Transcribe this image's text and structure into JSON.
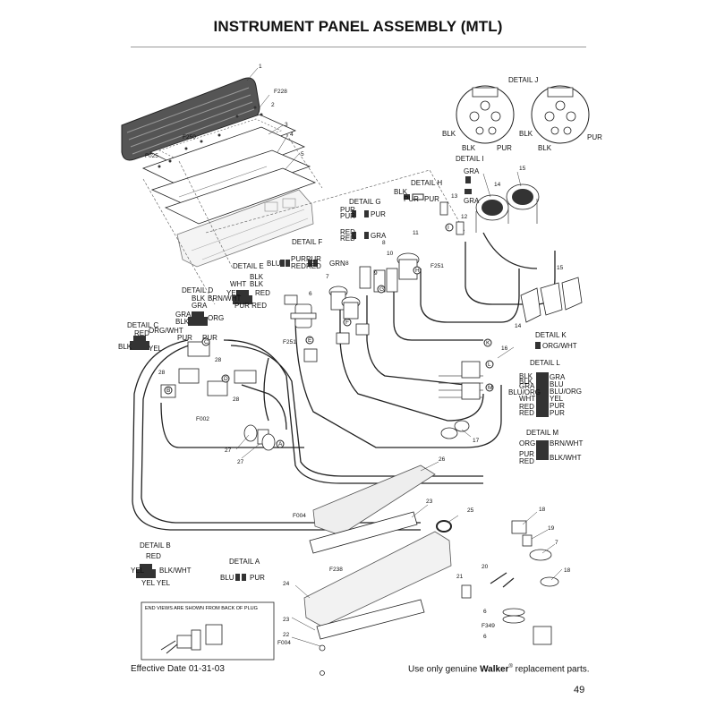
{
  "title": "INSTRUMENT PANEL ASSEMBLY (MTL)",
  "footer": {
    "effective_date": "Effective Date 01-31-03",
    "replacement_prefix": "Use only genuine ",
    "brand": "Walker",
    "brand_mark": "®",
    "replacement_suffix": " replacement parts.",
    "page_number": "49"
  },
  "end_views_note": "END VIEWS ARE SHOWN FROM BACK OF PLUG",
  "details": {
    "a": {
      "title": "DETAIL A",
      "left": "BLU",
      "right": "PUR"
    },
    "b": {
      "title": "DETAIL B",
      "top": "RED",
      "left": "YEL",
      "right": "BLK/WHT",
      "bottom": "YEL YEL"
    },
    "c": {
      "title": "DETAIL C",
      "top_left": "RED",
      "top_right": "ORG/WHT",
      "left": "BLK",
      "right": "YEL"
    },
    "d": {
      "title": "DETAIL D",
      "top_a": "BLK",
      "top_b": "GRA",
      "top_right": "BRN/WHT",
      "left_a": "GRA",
      "left_b": "BLK",
      "right": "ORG",
      "bottom_left": "PUR",
      "bottom_right": "PUR"
    },
    "e": {
      "title": "DETAIL E",
      "top_left": "WHT",
      "top_a": "BLK",
      "top_b": "BLK",
      "left": "YEL",
      "right": "RED",
      "bottom": "PUR RED"
    },
    "f": {
      "title": "DETAIL F",
      "left": "BLU",
      "mid_top": "PUR",
      "mid_bottom": "RED",
      "right_top": "PUR",
      "right_bottom": "RED",
      "far_right": "GRN"
    },
    "g": {
      "title": "DETAIL G",
      "row1_a": "PUR",
      "row1_b": "PUR",
      "row1_right": "PUR",
      "row2_left": "RED",
      "row2_b": "RED",
      "row2_right": "GRA"
    },
    "h": {
      "title": "DETAIL H",
      "top": "BLK",
      "left": "PUR",
      "right": "PUR"
    },
    "i": {
      "title": "DETAIL I",
      "top": "GRA",
      "bottom": "GRA"
    },
    "j": {
      "title": "DETAIL J",
      "g1_left": "BLK",
      "g1_bottom": "BLK",
      "g1_right": "PUR",
      "g2_left": "BLK",
      "g2_bottom": "BLK",
      "g2_right": "PUR"
    },
    "k": {
      "title": "DETAIL K",
      "right": "ORG/WHT"
    },
    "l": {
      "title": "DETAIL L",
      "left": [
        "BLK",
        "BLK",
        "GRA",
        "BLU/ORG",
        "WHT",
        "RED",
        "RED"
      ],
      "right": [
        "GRA",
        "BLU",
        "BLU/ORG",
        "YEL",
        "",
        "PUR",
        "PUR"
      ]
    },
    "m": {
      "title": "DETAIL M",
      "left_top": "ORG",
      "right_top": "BRN/WHT",
      "left_a": "PUR",
      "left_b": "RED",
      "right_bottom": "BLK/WHT"
    }
  },
  "part_numbers": [
    "1",
    "2",
    "3",
    "4",
    "5",
    "6",
    "7",
    "8",
    "9",
    "10",
    "11",
    "12",
    "13",
    "14",
    "15",
    "16",
    "17",
    "18",
    "19",
    "20",
    "21",
    "22",
    "23",
    "24",
    "25",
    "26",
    "27",
    "28"
  ],
  "part_labels": {
    "n1": "1",
    "n2": "2",
    "n3": "3",
    "n4": "4",
    "n5": "5",
    "f228": "F228",
    "f250": "F250",
    "f025": "F025",
    "n6": "6",
    "n7": "7",
    "n8": "8",
    "n9": "9",
    "n10": "10",
    "n11": "11",
    "n12": "12",
    "n13": "13",
    "n14": "14",
    "n15": "15",
    "n14b": "14",
    "n15b": "15",
    "n16": "16",
    "n17": "17",
    "n18": "18",
    "n18b": "18",
    "n19": "19",
    "n7b": "7",
    "n20": "20",
    "n21": "21",
    "n6b": "6",
    "n6c": "6",
    "f349": "F349",
    "n22": "22",
    "n23": "23",
    "n23b": "23",
    "n24": "24",
    "n25": "25",
    "n26": "26",
    "n27": "27",
    "n27b": "27",
    "n28": "28",
    "n28b": "28",
    "n28c": "28",
    "f002": "F002",
    "f004": "F004",
    "f004b": "F004",
    "f238": "F238",
    "f251": "F251",
    "f251b": "F251"
  },
  "callout_letters": {
    "a": "A",
    "b": "B",
    "c": "C",
    "d": "D",
    "e": "E",
    "f": "F",
    "g": "G",
    "h": "H",
    "i": "I",
    "k": "K",
    "l": "L",
    "m": "M"
  }
}
